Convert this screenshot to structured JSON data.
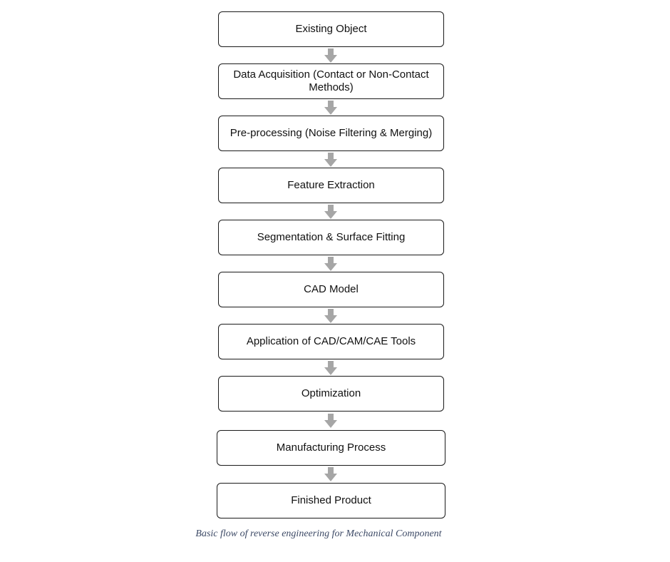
{
  "flowchart": {
    "steps": [
      {
        "label": "Existing Object"
      },
      {
        "label": "Data Acquisition (Contact or Non-Contact Methods)"
      },
      {
        "label": "Pre-processing (Noise Filtering & Merging)"
      },
      {
        "label": "Feature Extraction"
      },
      {
        "label": "Segmentation & Surface Fitting"
      },
      {
        "label": "CAD Model"
      },
      {
        "label": "Application of CAD/CAM/CAE Tools"
      },
      {
        "label": "Optimization"
      },
      {
        "label": "Manufacturing Process"
      },
      {
        "label": "Finished Product"
      }
    ],
    "arrow_color": "#a6a6a6",
    "border_color": "#1a1a1a"
  },
  "caption": "Basic flow of reverse engineering for Mechanical Component"
}
